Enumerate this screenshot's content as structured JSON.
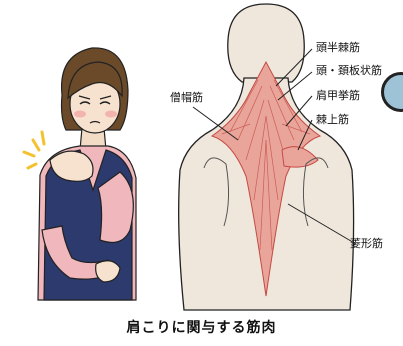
{
  "figure": {
    "caption": "肩こりに関与する筋肉",
    "muscles": {
      "trapezius": "僧帽筋",
      "splenius_capitis": "頭半棘筋",
      "splenius_cervicis": "頭・頚板状筋",
      "levator_scapulae": "肩甲挙筋",
      "supraspinatus": "棘上筋",
      "rhomboid": "菱形筋"
    }
  },
  "colors": {
    "skin": "#f3dcc6",
    "back_skin": "#efe7dc",
    "muscle": "#e9a59a",
    "muscle_line": "#c44a44",
    "vest": "#2c3a6e",
    "blouse": "#f0b8bd",
    "hair": "#6b4a2a",
    "pain_mark": "#f2c230",
    "side_button": "#9ec2d6"
  }
}
